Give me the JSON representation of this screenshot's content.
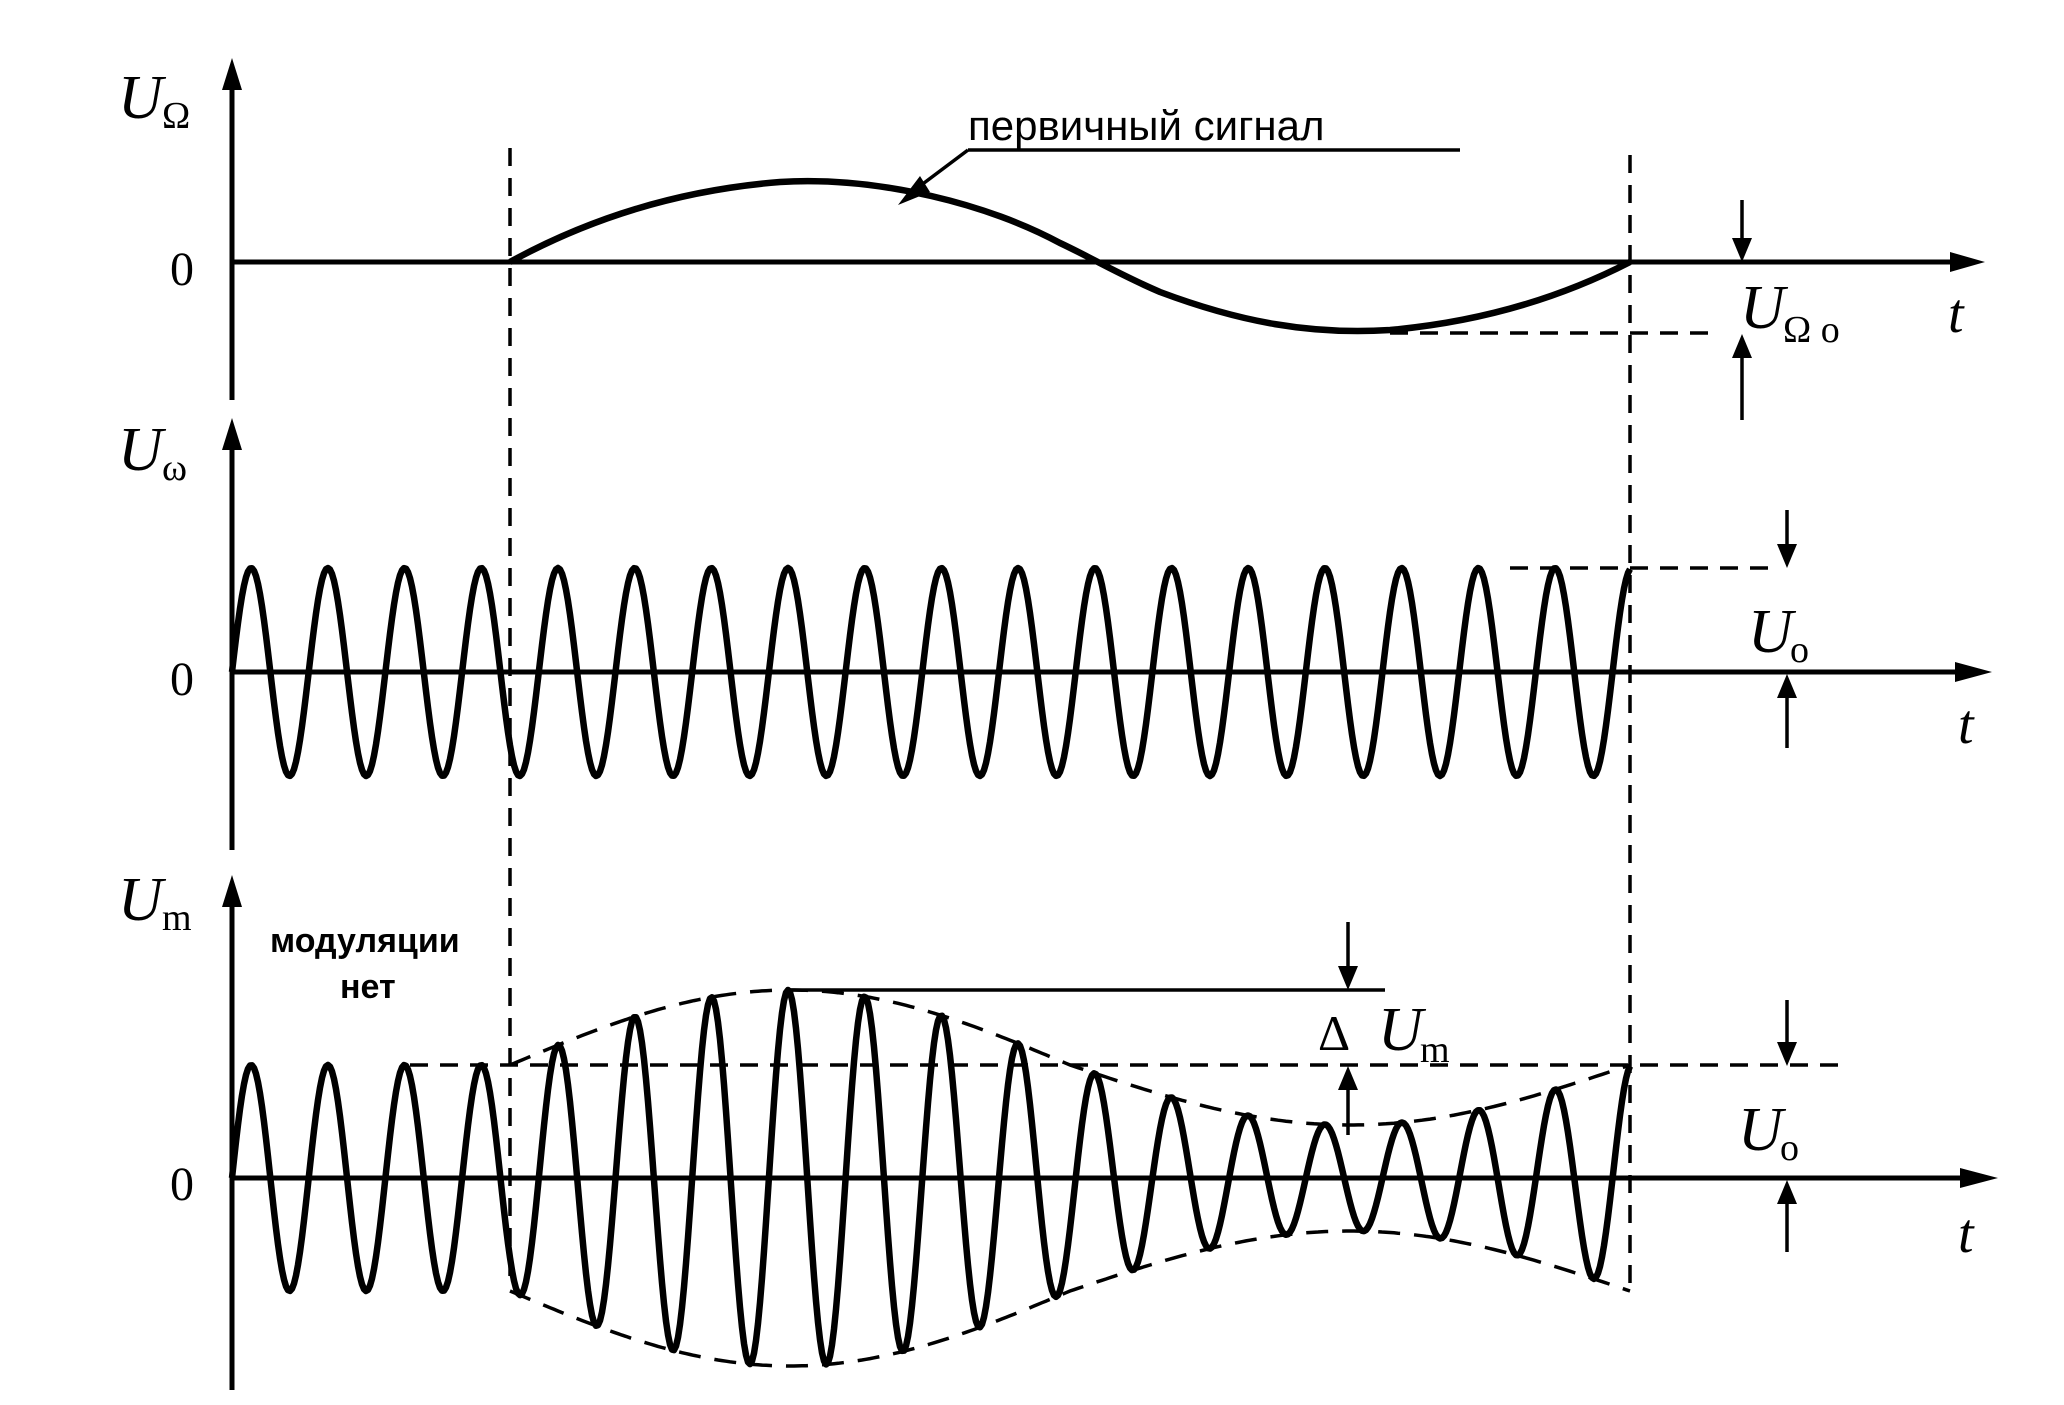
{
  "panels": {
    "primary": {
      "axis_symbol": "U",
      "axis_subscript": "Ω",
      "zero_label": "0",
      "time_label": "t",
      "caption": "первичный сигнал",
      "amplitude_symbol": "U",
      "amplitude_subscript": "Ω o"
    },
    "carrier": {
      "axis_symbol": "U",
      "axis_subscript": "ω",
      "zero_label": "0",
      "time_label": "t",
      "amplitude_symbol": "U",
      "amplitude_subscript": "o"
    },
    "modulated": {
      "axis_symbol": "U",
      "axis_subscript": "m",
      "zero_label": "0",
      "time_label": "t",
      "no_modulation_line1": "модуляции",
      "no_modulation_line2": "нет",
      "delta_symbol": "Δ",
      "delta_amp_symbol": "U",
      "delta_amp_subscript": "m",
      "amplitude_symbol": "U",
      "amplitude_subscript": "o"
    }
  }
}
